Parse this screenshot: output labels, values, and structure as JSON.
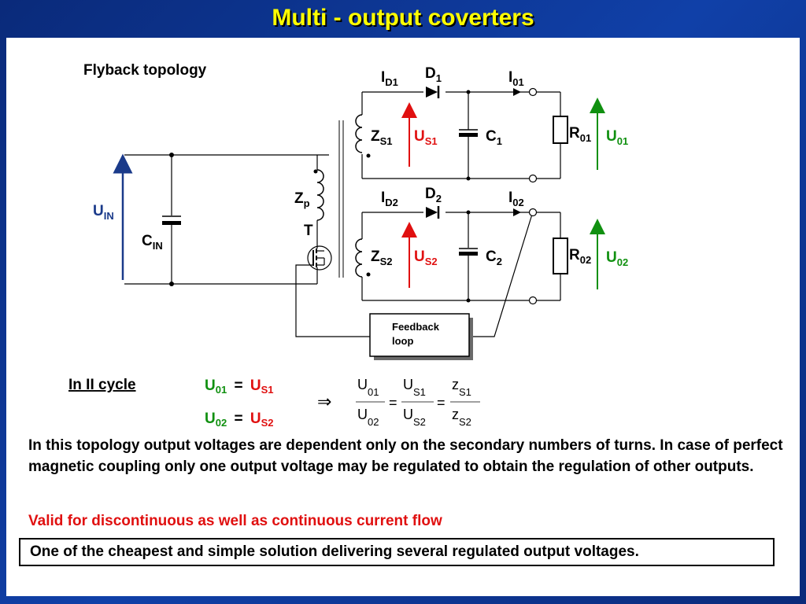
{
  "title": "Multi - output coverters",
  "diagram": {
    "subtitle": "Flyback topology",
    "labels": {
      "uin_main": "U",
      "uin_sub": "IN",
      "cin_main": "C",
      "cin_sub": "IN",
      "zp_main": "Z",
      "zp_sub": "p",
      "t": "T",
      "id1_main": "I",
      "id1_sub": "D1",
      "d1_main": "D",
      "d1_sub": "1",
      "i01_main": "I",
      "i01_sub": "01",
      "zs1_main": "Z",
      "zs1_sub": "S1",
      "us1_main": "U",
      "us1_sub": "S1",
      "c1_main": "C",
      "c1_sub": "1",
      "r01_main": "R",
      "r01_sub": "01",
      "u01_main": "U",
      "u01_sub": "01",
      "id2_main": "I",
      "id2_sub": "D2",
      "d2_main": "D",
      "d2_sub": "2",
      "i02_main": "I",
      "i02_sub": "02",
      "zs2_main": "Z",
      "zs2_sub": "S2",
      "us2_main": "U",
      "us2_sub": "S2",
      "c2_main": "C",
      "c2_sub": "2",
      "r02_main": "R",
      "r02_sub": "02",
      "u02_main": "U",
      "u02_sub": "02",
      "feedback_line1": "Feedback",
      "feedback_line2": "loop"
    },
    "colors": {
      "uin": "#1a3a8a",
      "us": "#e01010",
      "uo": "#109010",
      "wire": "#000000"
    }
  },
  "equations": {
    "cycle_label": "In II cycle",
    "eq1": {
      "lhs_main": "U",
      "lhs_sub": "01",
      "eq": "=",
      "rhs_main": "U",
      "rhs_sub": "S1"
    },
    "eq2": {
      "lhs_main": "U",
      "lhs_sub": "02",
      "eq": "=",
      "rhs_main": "U",
      "rhs_sub": "S2"
    },
    "implies": "⇒",
    "ratio": {
      "n1_main": "U",
      "n1_sub": "01",
      "d1_main": "U",
      "d1_sub": "02",
      "n2_main": "U",
      "n2_sub": "S1",
      "d2_main": "U",
      "d2_sub": "S2",
      "n3_main": "z",
      "n3_sub": "S1",
      "d3_main": "z",
      "d3_sub": "S2",
      "eq": "="
    }
  },
  "text": {
    "paragraph": "In this topology output voltages are dependent only on the secondary numbers of turns. In case of perfect magnetic coupling only one output voltage may be regulated to obtain the regulation of other outputs.",
    "red_note": "Valid for discontinuous as well as continuous  current flow",
    "box_note": "One of the cheapest and simple solution delivering several regulated output voltages."
  }
}
